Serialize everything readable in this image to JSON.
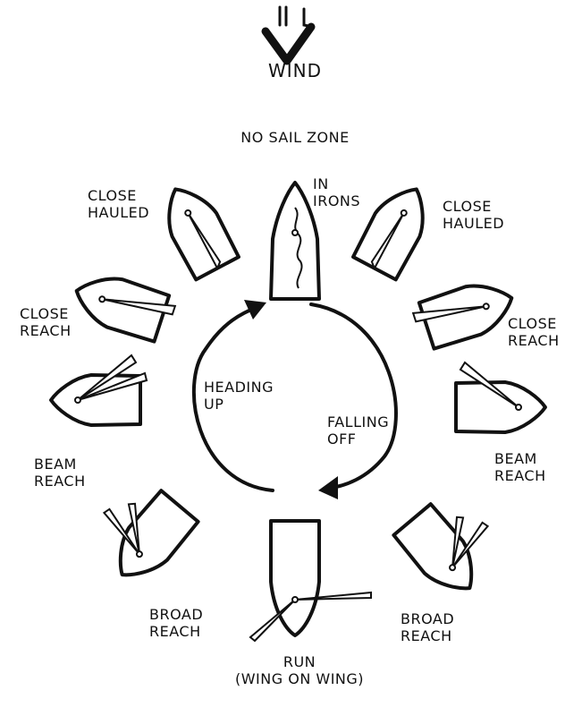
{
  "title": "WIND",
  "no_sail_zone": "NO SAIL ZONE",
  "points": {
    "in_irons": [
      "IN",
      "IRONS"
    ],
    "close_hauled_left": [
      "CLOSE",
      "HAULED"
    ],
    "close_hauled_right": [
      "CLOSE",
      "HAULED"
    ],
    "close_reach_left": [
      "CLOSE",
      "REACH"
    ],
    "close_reach_right": [
      "CLOSE",
      "REACH"
    ],
    "beam_reach_left": [
      "BEAM",
      "REACH"
    ],
    "beam_reach_right": [
      "BEAM",
      "REACH"
    ],
    "broad_reach_left": [
      "BROAD",
      "REACH"
    ],
    "broad_reach_right": [
      "BROAD",
      "REACH"
    ],
    "run": [
      "RUN",
      "(WING ON WING)"
    ]
  },
  "turns": {
    "heading_up": [
      "HEADING",
      "UP"
    ],
    "falling_off": [
      "FALLING",
      "OFF"
    ]
  },
  "colors": {
    "ink": "#111111",
    "sail_fill": "#ffffff"
  },
  "icons": [
    "wind-arrow-icon",
    "boat-icon",
    "circular-arrow-icon"
  ]
}
